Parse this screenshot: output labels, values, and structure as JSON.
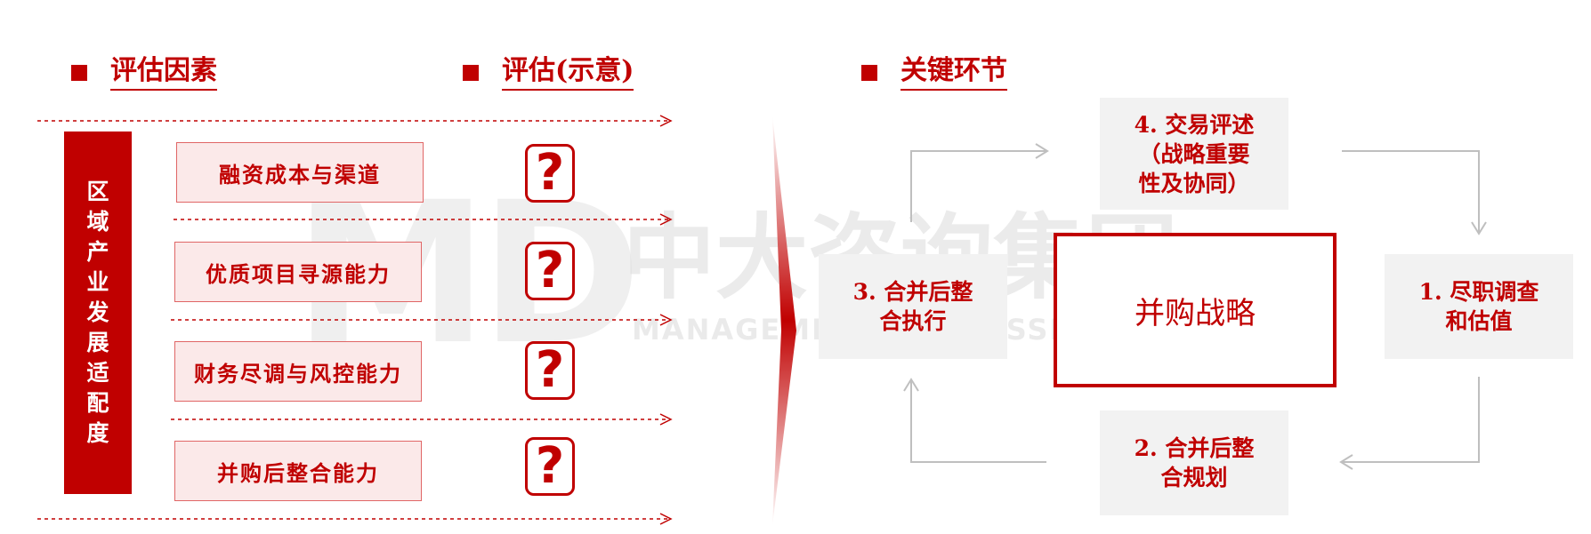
{
  "sections": {
    "factors_title": "评估因素",
    "assess_title": "评估(示意)",
    "key_title": "关键环节"
  },
  "region_label": [
    "区",
    "域",
    "产",
    "业",
    "发",
    "展",
    "适",
    "配",
    "度"
  ],
  "factors": [
    {
      "label": "融资成本与渠道",
      "assessment": "?"
    },
    {
      "label": "优质项目寻源能力",
      "assessment": "?"
    },
    {
      "label": "财务尽调与风控能力",
      "assessment": "?"
    },
    {
      "label": "并购后整合能力",
      "assessment": "?"
    }
  ],
  "cycle": {
    "center": "并购战略",
    "steps": [
      {
        "id": "step4",
        "lines": [
          "4. 交易评述",
          "（战略重要",
          "性及协同）"
        ]
      },
      {
        "id": "step1",
        "lines": [
          "1. 尽职调查",
          "和估值"
        ]
      },
      {
        "id": "step2",
        "lines": [
          "2. 合并后整",
          "合规划"
        ]
      },
      {
        "id": "step3",
        "lines": [
          "3. 合并后整",
          "合执行"
        ]
      }
    ]
  },
  "watermark": {
    "logo": "MD",
    "name": "中大咨询集团",
    "tagline": "MANAGEMENT PROFESSIONAL GROUP"
  },
  "colors": {
    "accent": "#c00000",
    "factor_fill": "#fbe9e9",
    "step_fill": "#efefef",
    "arrow_gray": "#bfbfbf"
  }
}
